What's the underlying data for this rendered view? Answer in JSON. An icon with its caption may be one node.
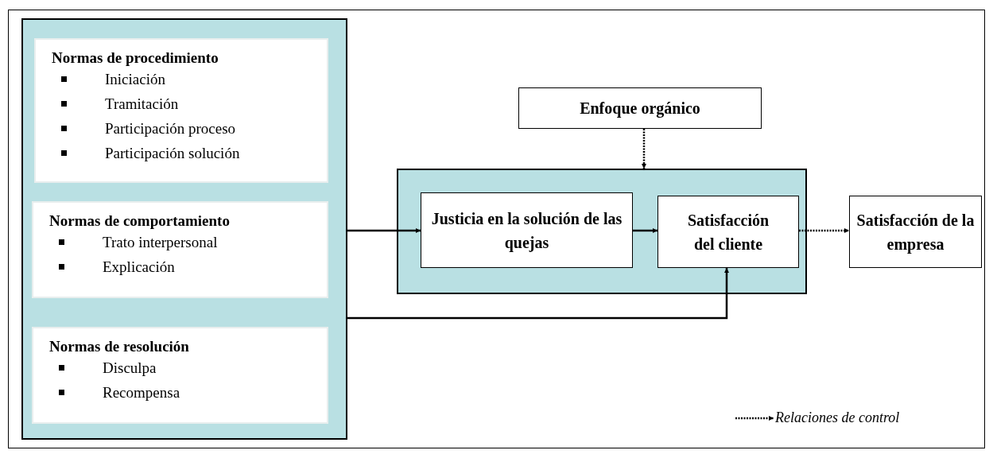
{
  "diagram": {
    "nodes": [
      {
        "text": [],
        "shape": "box"
      },
      {
        "text": [
          "Normas de procedimiento",
          "Iniciación",
          "Tramitación",
          "Participación proceso",
          "Participación solución"
        ],
        "in": 0
      },
      {
        "text": [
          "Normas de comportamiento",
          "Trato interpersonal",
          "Explicación"
        ],
        "in": 0
      },
      {
        "text": [
          "Normas de resolución",
          "Disculpa",
          "Recompensa"
        ],
        "in": 0
      },
      {
        "text": [
          "Enfoque orgánico"
        ]
      },
      {
        "text": [],
        "shape": "box"
      },
      {
        "text": [
          "Justicia en la solución de las quejas"
        ],
        "in": 5
      },
      {
        "text": [
          "Satisfacción del cliente"
        ],
        "in": 5
      },
      {
        "text": [
          "Satisfacción de la empresa"
        ]
      }
    ],
    "edges": [
      {
        "from": 0,
        "to": 6,
        "arrow": "to"
      },
      {
        "from": 6,
        "to": 7,
        "arrow": "to"
      },
      {
        "from": 0,
        "to": 7,
        "arrow": "to"
      },
      {
        "from": 4,
        "to": 5,
        "arrow": "to",
        "style": "dashed"
      },
      {
        "from": 7,
        "to": 8,
        "arrow": "to",
        "style": "dashed"
      }
    ],
    "legend": [
      {
        "text": "Relaciones de control"
      }
    ]
  }
}
